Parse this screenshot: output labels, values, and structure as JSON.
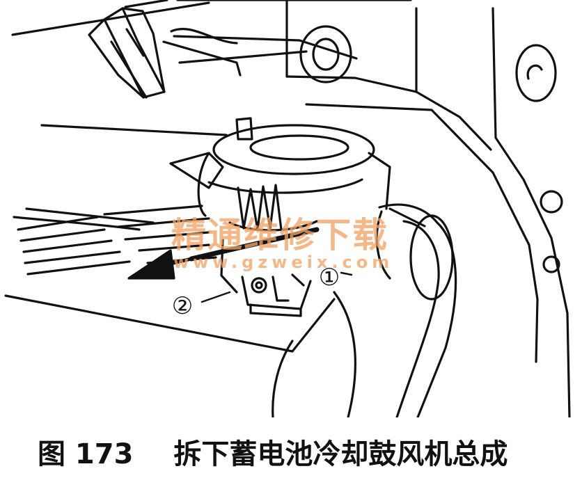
{
  "callouts": {
    "one": "①",
    "two": "②"
  },
  "watermark": {
    "chinese": "精通维修下载",
    "url": "www.gzweix.com"
  },
  "caption": {
    "number": "图 173",
    "title": "拆下蓄电池冷却鼓风机总成"
  },
  "colors": {
    "line": "#111111",
    "watermark": "#f2a366",
    "background": "#ffffff"
  }
}
